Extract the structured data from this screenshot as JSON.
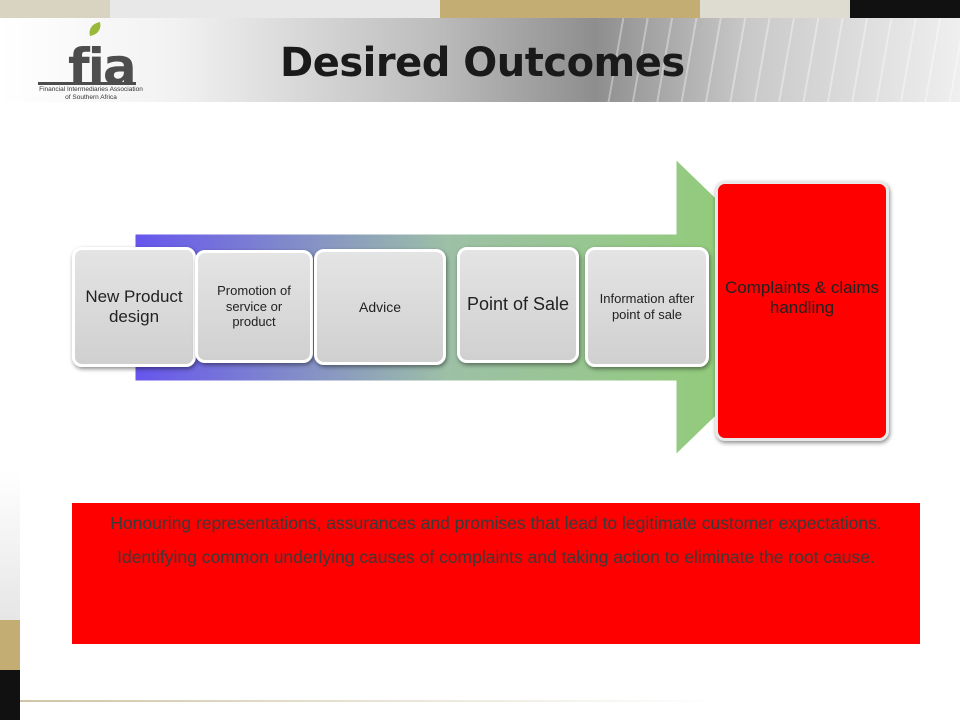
{
  "title": "Desired Outcomes",
  "logo": {
    "wordmark": "fia",
    "subtitle": "Financial Intermediaries Association of Southern Africa",
    "leaf_color": "#9ab83a"
  },
  "colors": {
    "arrow_gradient": [
      "#6655ee",
      "#8ed06a"
    ],
    "highlight": "#ff0000",
    "box_fill": "#d8d8d8"
  },
  "process_steps": [
    "New Product design",
    "Promotion of service or product",
    "Advice",
    "Point of Sale",
    "Information after point of sale",
    "Complaints & claims handling"
  ],
  "outcomes": [
    "Honouring representations, assurances and promises that lead to legitimate customer expectations.",
    "Identifying common underlying causes of complaints and taking action to eliminate the root cause."
  ]
}
